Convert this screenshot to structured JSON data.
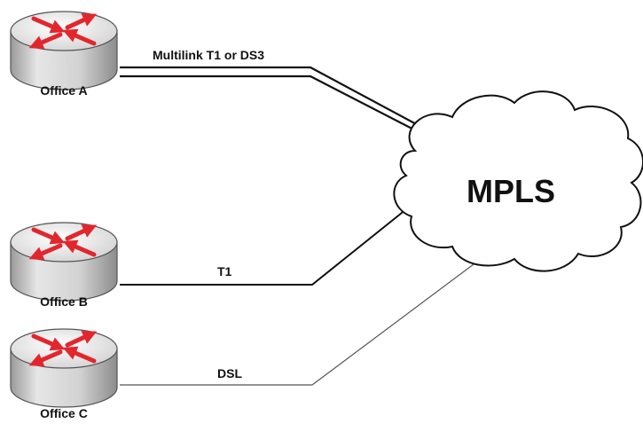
{
  "diagram": {
    "offices": [
      {
        "label": "Office A"
      },
      {
        "label": "Office B"
      },
      {
        "label": "Office C"
      }
    ],
    "links": [
      {
        "label": "Multilink T1 or DS3"
      },
      {
        "label": "T1"
      },
      {
        "label": "DSL"
      }
    ],
    "cloud": {
      "label": "MPLS"
    },
    "colors": {
      "router_arrows": "#e3262d",
      "router_top": "#e6e6e6",
      "router_side": "#c8c8c8",
      "line": "#111111",
      "dsl_line": "#555555"
    },
    "icons": [
      "router-icon",
      "cloud-icon"
    ]
  }
}
